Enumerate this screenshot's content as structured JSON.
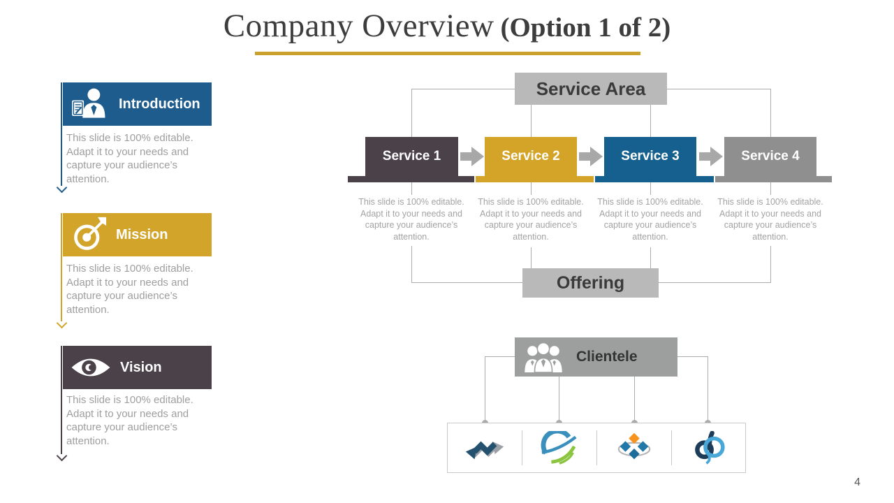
{
  "slide": {
    "title": "Company Overview",
    "title_suffix": "(Option 1 of 2)",
    "page_number": "4",
    "accent_color": "#cba12e",
    "background_color": "#ffffff"
  },
  "shared": {
    "editable_text": "This slide is 100% editable. Adapt it to your needs and capture your audience’s attention."
  },
  "sidebar": {
    "items": [
      {
        "label": "Introduction",
        "icon": "person-document-icon",
        "color": "#1d5c8d"
      },
      {
        "label": "Mission",
        "icon": "target-dart-icon",
        "color": "#d2a42a"
      },
      {
        "label": "Vision",
        "icon": "eye-icon",
        "color": "#4a4149"
      }
    ]
  },
  "diagram": {
    "top_label": "Service Area",
    "bottom_label": "Offering",
    "header_color": "#b9b9b9",
    "connector_color": "#ababab",
    "services": [
      {
        "label": "Service 1",
        "color": "#4a4149"
      },
      {
        "label": "Service 2",
        "color": "#d4a429"
      },
      {
        "label": "Service 3",
        "color": "#15608f"
      },
      {
        "label": "Service 4",
        "color": "#8f8f8f"
      }
    ]
  },
  "clientele": {
    "label": "Clientele",
    "icon": "people-group-icon",
    "color": "#9d9f9e",
    "logos": [
      {
        "name": "interlocking-arrows-logo",
        "colors": [
          "#24516e",
          "#9ba1a6"
        ]
      },
      {
        "name": "globe-swoosh-logo",
        "colors": [
          "#3a8fbd",
          "#8bc53f"
        ]
      },
      {
        "name": "diamonds-orbit-logo",
        "colors": [
          "#f7941e",
          "#2278a8",
          "#1d6d9c"
        ]
      },
      {
        "name": "dp-monogram-logo",
        "colors": [
          "#1d3c5a",
          "#49a8d8"
        ]
      }
    ]
  }
}
